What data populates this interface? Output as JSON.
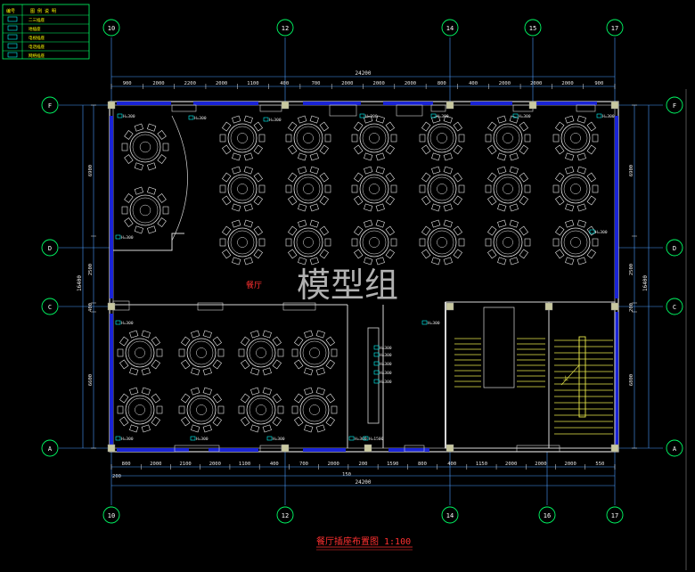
{
  "legend": {
    "headers": [
      "编号",
      "图 例 说 明"
    ],
    "rows": [
      {
        "icon": "single-socket-icon",
        "label": "二三插座"
      },
      {
        "icon": "floor-socket-icon",
        "label": "地插座"
      },
      {
        "icon": "tv-socket-icon",
        "label": "电视插座"
      },
      {
        "icon": "phone-socket-icon",
        "label": "电话插座"
      },
      {
        "icon": "network-socket-icon",
        "label": "网络插座"
      }
    ]
  },
  "grid_top": [
    "10",
    "12",
    "14",
    "15",
    "17"
  ],
  "grid_bottom": [
    "10",
    "12",
    "14",
    "16",
    "17"
  ],
  "grid_rows": [
    "F",
    "D",
    "C",
    "A"
  ],
  "dims_top": [
    "900",
    "2000",
    "2200",
    "2000",
    "1100",
    "400",
    "700",
    "2000",
    "2000",
    "2000",
    "800",
    "400",
    "2000",
    "2000",
    "2000",
    "900"
  ],
  "dims_top_total": "24200",
  "dims_bottom": [
    "800",
    "2000",
    "2100",
    "2000",
    "1100",
    "400",
    "700",
    "2000",
    "200",
    "1590",
    "800",
    "400",
    "1150",
    "2000",
    "2000",
    "2000",
    "550"
  ],
  "dims_bottom_extra": [
    "200",
    "150"
  ],
  "dims_bottom_total": "24200",
  "dims_left": [
    "6900",
    "2500",
    "400",
    "6600"
  ],
  "dims_left_total": "16400",
  "dims_right": [
    "6900",
    "2500",
    "200",
    "6800"
  ],
  "dims_right_total": "16400",
  "socket_label": "H=300",
  "socket_label_high": "H=1500",
  "room_label": "餐厅",
  "stair_label": "上",
  "watermark": "模型组",
  "title": "餐厅插座布置图 1:100",
  "colors": {
    "background": "#000000",
    "grid_circle": "#00ff66",
    "axis_line": "#4a9cff",
    "wall": "#d8d8d8",
    "wall_blue": "#1a24d6",
    "column": "#c8c8a0",
    "furniture": "#e8e8e8",
    "stair": "#e8e84a",
    "dim_text": "#e8e8e8",
    "socket": "#00ffff",
    "title": "#ff3030",
    "room_label": "#ff3030",
    "legend_border": "#00ff66",
    "legend_text": "#ffff00"
  }
}
